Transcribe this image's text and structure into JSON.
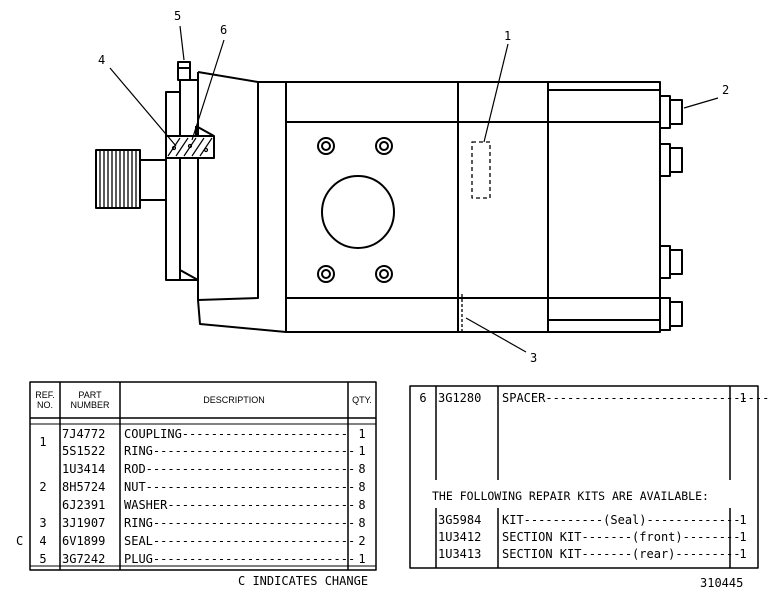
{
  "callouts": [
    "1",
    "2",
    "3",
    "4",
    "5",
    "6"
  ],
  "left_table": {
    "headers": {
      "ref_no": "REF. NO.",
      "part_number": "PART NUMBER",
      "description": "DESCRIPTION",
      "qty": "QTY."
    },
    "rows": [
      {
        "flag": "",
        "ref": "1",
        "part": "7J4772",
        "desc": "COUPLING-----------------------",
        "qty": "1"
      },
      {
        "flag": "",
        "ref": "",
        "part": "5S1522",
        "desc": "RING----------------------------",
        "qty": "1"
      },
      {
        "flag": "",
        "ref": "",
        "part": "1U3414",
        "desc": "ROD-----------------------------",
        "qty": "8"
      },
      {
        "flag": "",
        "ref": "2",
        "part": "8H5724",
        "desc": "NUT-----------------------------",
        "qty": "8"
      },
      {
        "flag": "",
        "ref": "",
        "part": "6J2391",
        "desc": "WASHER--------------------------",
        "qty": "8"
      },
      {
        "flag": "",
        "ref": "3",
        "part": "3J1907",
        "desc": "RING----------------------------",
        "qty": "8"
      },
      {
        "flag": "C",
        "ref": "4",
        "part": "6V1899",
        "desc": "SEAL----------------------------",
        "qty": "2"
      },
      {
        "flag": "",
        "ref": "5",
        "part": "3G7242",
        "desc": "PLUG----------------------------",
        "qty": "1"
      }
    ]
  },
  "right_table": {
    "row": {
      "ref": "6",
      "part": "3G1280",
      "desc": "SPACER-------------------------------",
      "qty": "1"
    },
    "note": "THE FOLLOWING REPAIR KITS ARE AVAILABLE:",
    "kits": [
      {
        "part": "3G5984",
        "desc": "KIT-----------(Seal)-------------",
        "qty": "1"
      },
      {
        "part": "1U3412",
        "desc": "SECTION KIT-------(front)--------",
        "qty": "1"
      },
      {
        "part": "1U3413",
        "desc": "SECTION KIT-------(rear)---------",
        "qty": "1"
      }
    ]
  },
  "footer": {
    "change_note": "C INDICATES CHANGE",
    "figure_number": "310445"
  }
}
